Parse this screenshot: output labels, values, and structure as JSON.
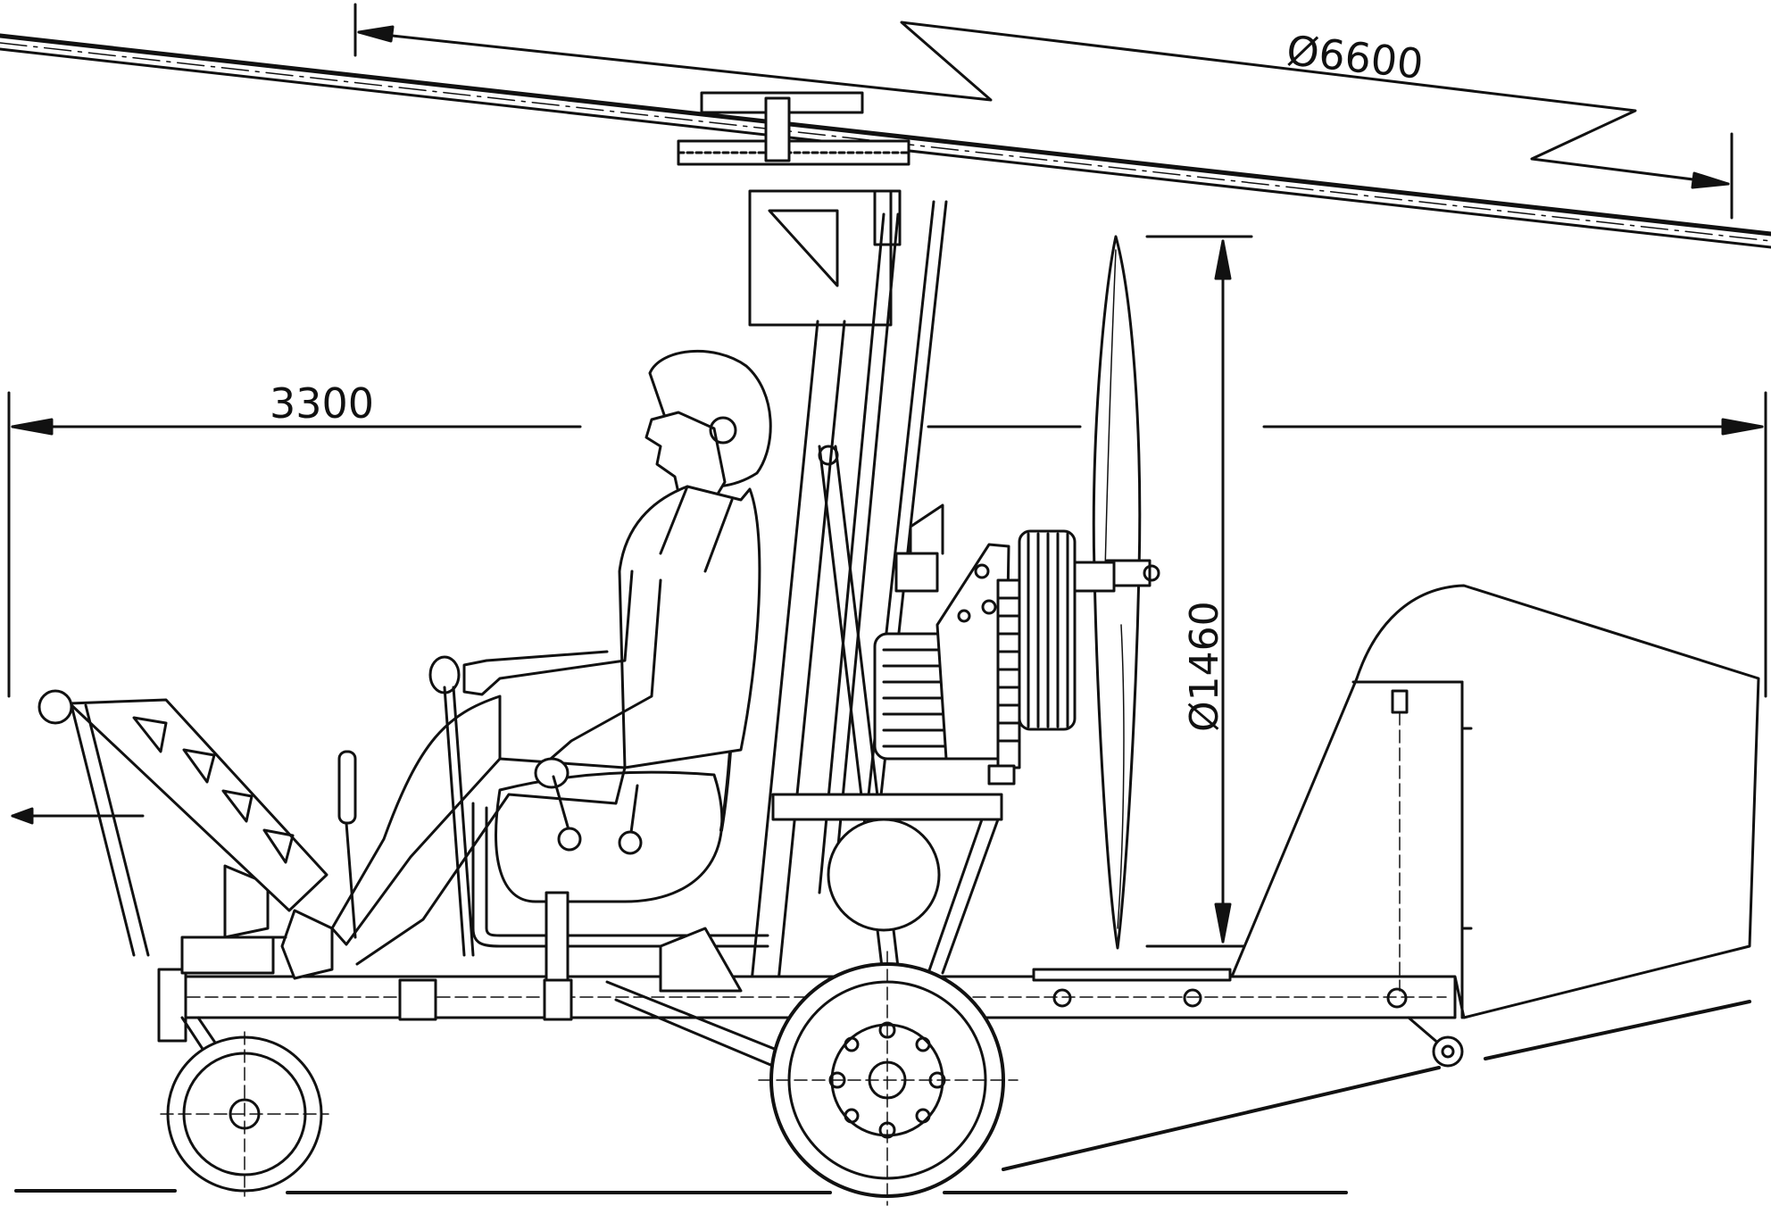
{
  "dimensions": {
    "rotor_diameter": "Ø6600",
    "overall_length": "3300",
    "propeller_diameter": "Ø1460"
  },
  "colors": {
    "ink": "#111111",
    "paper": "#ffffff"
  }
}
